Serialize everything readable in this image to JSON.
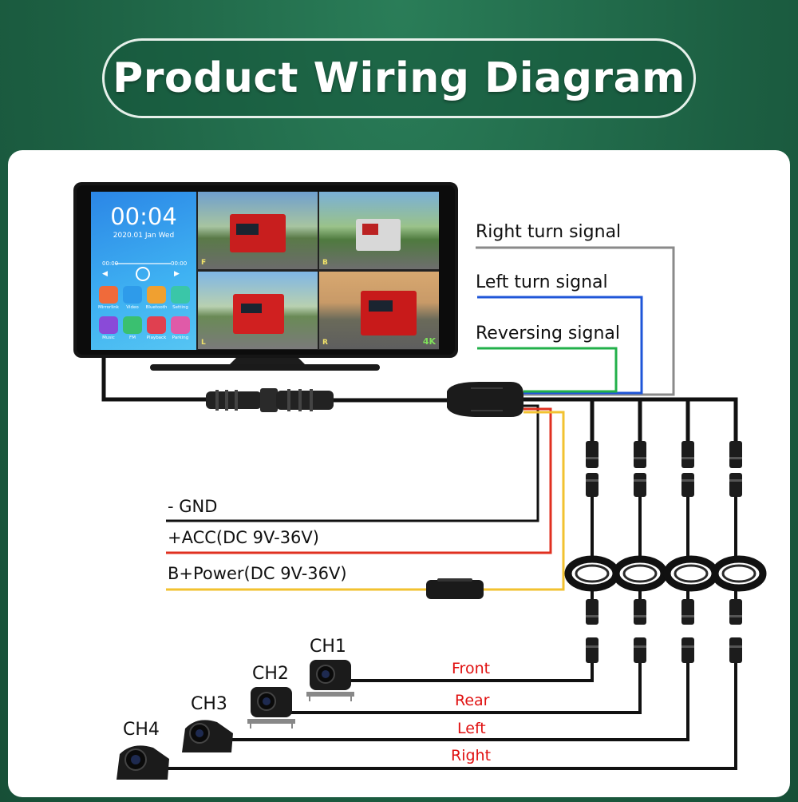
{
  "title": "Product Wiring Diagram",
  "screen": {
    "time": "00:04",
    "date": "2020.01 Jan Wed",
    "track_start": "00:00",
    "track_end": "00:00",
    "apps": [
      "Mirrorlink",
      "Video",
      "Bluetooth",
      "Setting",
      "Music",
      "FM",
      "Playback",
      "Parking"
    ],
    "quadrants": [
      "F",
      "B",
      "L",
      "R"
    ],
    "badge": "4K"
  },
  "signals": {
    "right_turn": "Right turn signal",
    "left_turn": "Left turn signal",
    "reversing": "Reversing signal"
  },
  "power": {
    "gnd": "- GND",
    "acc": "+ACC(DC 9V-36V)",
    "bpower": "B+Power(DC 9V-36V)"
  },
  "channels": {
    "ch1": "CH1",
    "ch2": "CH2",
    "ch3": "CH3",
    "ch4": "CH4"
  },
  "camera_positions": {
    "front": "Front",
    "rear": "Rear",
    "left": "Left",
    "right": "Right"
  },
  "colors": {
    "background": "#1f6a4a",
    "right_turn_wire": "#8a8a8a",
    "left_turn_wire": "#1f56d8",
    "reversing_wire": "#22b04a",
    "gnd_wire": "#111111",
    "acc_wire": "#e03020",
    "bpower_wire": "#f2c230",
    "camera_label": "#e01010"
  },
  "icons": [
    "monitor-icon",
    "connector-icon",
    "fuse-icon",
    "cable-coil-icon",
    "camera-icon"
  ]
}
